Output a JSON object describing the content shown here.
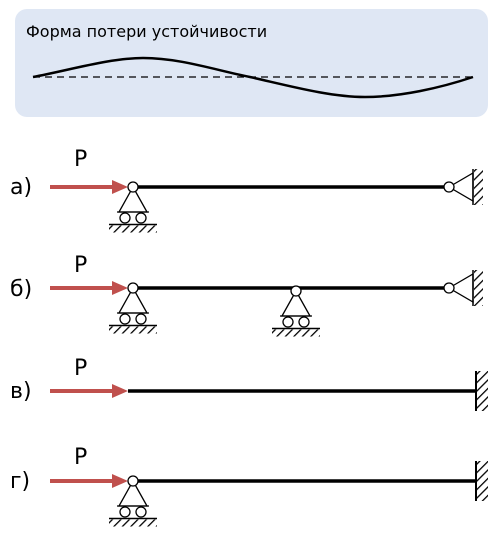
{
  "title": "Форма потери устойчивости",
  "colors": {
    "panel": "#dfe7f4",
    "arrow": "#c0504d",
    "line": "#000000"
  },
  "cases": [
    {
      "label": "а)",
      "force": "P"
    },
    {
      "label": "б)",
      "force": "P"
    },
    {
      "label": "в)",
      "force": "P"
    },
    {
      "label": "г)",
      "force": "P"
    }
  ]
}
